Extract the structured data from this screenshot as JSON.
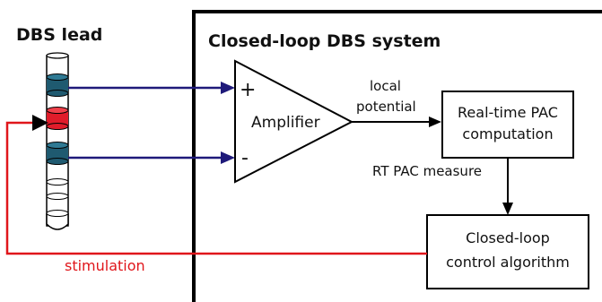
{
  "lead_title": "DBS lead",
  "system_title": "Closed-loop DBS system",
  "amplifier": {
    "label": "Amplifier",
    "plus": "+",
    "minus": "-"
  },
  "signal_label": {
    "line1": "local",
    "line2": "potential"
  },
  "pac_box": {
    "line1": "Real-time PAC",
    "line2": "computation"
  },
  "measure_label": "RT PAC measure",
  "control_box": {
    "line1": "Closed-loop",
    "line2": "control algorithm"
  },
  "stimulation_label": "stimulation",
  "colors": {
    "recording_wire": "#1f1a7a",
    "stimulation_wire": "#e0161b",
    "contact_teal": "#1f5a70",
    "contact_red": "#e01c2a",
    "outline": "#000000"
  }
}
